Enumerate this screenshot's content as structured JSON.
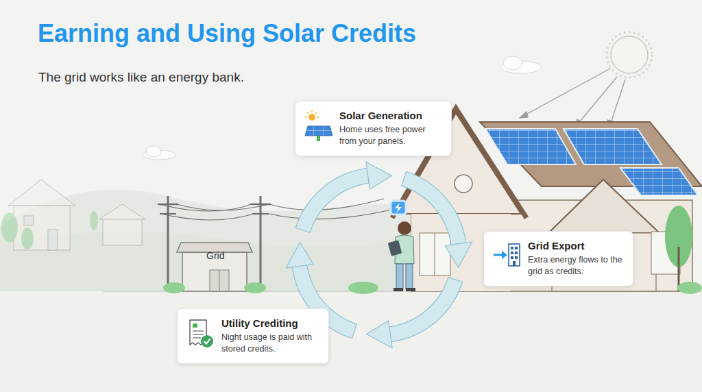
{
  "diagram": {
    "title": "Earning and Using Solar Credits",
    "caption": "The grid works like an energy bank.",
    "nodes": [
      {
        "text": [
          "Solar Generation",
          "Home uses free power from your panels."
        ]
      },
      {
        "text": [
          "Grid Export",
          "Extra energy flows to the grid as credits."
        ]
      },
      {
        "text": [
          "Utility Crediting",
          "Night usage is paid with stored credits."
        ]
      }
    ],
    "labels": [
      "Grid"
    ]
  }
}
